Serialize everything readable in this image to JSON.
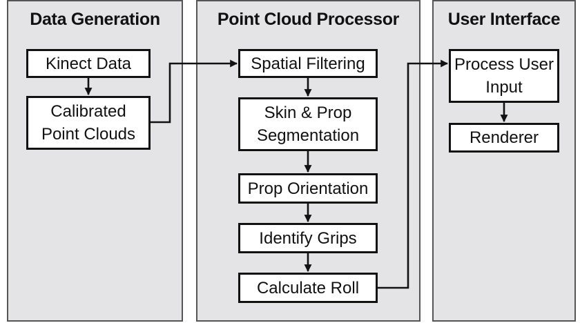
{
  "panels": {
    "data_generation": {
      "title": "Data Generation"
    },
    "point_cloud_processor": {
      "title": "Point Cloud Processor"
    },
    "user_interface": {
      "title": "User Interface"
    }
  },
  "nodes": {
    "kinect_data": "Kinect Data",
    "calibrated_point_clouds": "Calibrated\nPoint Clouds",
    "spatial_filtering": "Spatial Filtering",
    "skin_prop_segmentation": "Skin & Prop\nSegmentation",
    "prop_orientation": "Prop Orientation",
    "identify_grips": "Identify Grips",
    "calculate_roll": "Calculate Roll",
    "process_user_input": "Process User\nInput",
    "renderer": "Renderer"
  },
  "edges": [
    [
      "kinect_data",
      "calibrated_point_clouds"
    ],
    [
      "calibrated_point_clouds",
      "spatial_filtering"
    ],
    [
      "spatial_filtering",
      "skin_prop_segmentation"
    ],
    [
      "skin_prop_segmentation",
      "prop_orientation"
    ],
    [
      "prop_orientation",
      "identify_grips"
    ],
    [
      "identify_grips",
      "calculate_roll"
    ],
    [
      "calculate_roll",
      "process_user_input"
    ],
    [
      "process_user_input",
      "renderer"
    ]
  ]
}
